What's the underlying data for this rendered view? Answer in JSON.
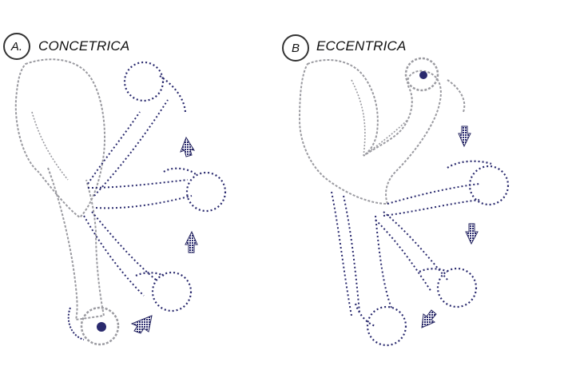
{
  "panels": [
    {
      "id": "A",
      "badge": "A.",
      "title": "CONCETRICA"
    },
    {
      "id": "B",
      "badge": "B",
      "title": "ECCENTRICA"
    }
  ],
  "colors": {
    "outline": "#9a9aa0",
    "dots": "#2a2a6e",
    "arrow": "#262660"
  },
  "icons": [
    "arm-outline",
    "dumbbell-icon",
    "arrow-up-icon",
    "arrow-down-icon"
  ]
}
